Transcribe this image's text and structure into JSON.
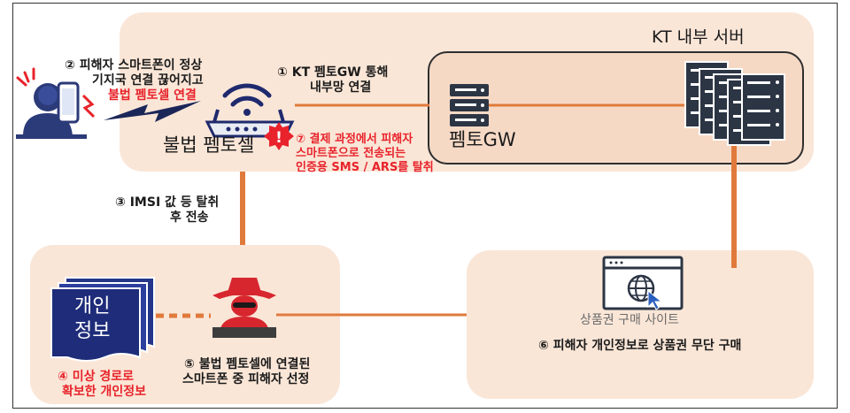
{
  "colors": {
    "panel": "#fae6d7",
    "inner_panel": "#f6d9c5",
    "connector": "#e07a3c",
    "alert": "#e8232b",
    "text": "#1a1a1a",
    "gray_text": "#6a6a6a",
    "info_blue": "#2f3f8f"
  },
  "labels": {
    "kt_server": "KT 내부 서버",
    "illegal_femtocell": "불법 펨토셀",
    "femto_gw": "펨토GW",
    "site": "상품권 구매 사이트",
    "personal_info_doc": [
      "개인",
      "정보"
    ]
  },
  "steps": {
    "s1": [
      "① KT 펨토GW 통해",
      "내부망 연결"
    ],
    "s2": [
      "② 피해자 스마트폰이 정상",
      "기지국 연결 끊어지고"
    ],
    "s2_red": "불법 펨토셀 연결",
    "s3": [
      "③ IMSI 값 등 탈취",
      "후 전송"
    ],
    "s4": [
      "④ 미상 경로로",
      "확보한 개인정보"
    ],
    "s5": [
      "⑤ 불법 펨토셀에 연결된",
      "스마트폰 중 피해자 선정"
    ],
    "s6": "⑥ 피해자 개인정보로 상품권 무단 구매",
    "s7": [
      "⑦ 결제 과정에서 피해자",
      "스마트폰으로 전송되는",
      "인증용 SMS / ARS를 탈취"
    ]
  },
  "icons": {
    "victim": "person-with-smartphone-alert-icon",
    "router": "wifi-router-icon",
    "warning": "warning-badge-icon",
    "gw_server": "server-rack-icon",
    "server_stack": "server-stack-icon",
    "hacker": "hacker-icon",
    "browser": "browser-globe-cursor-icon",
    "documents": "document-stack-icon"
  }
}
